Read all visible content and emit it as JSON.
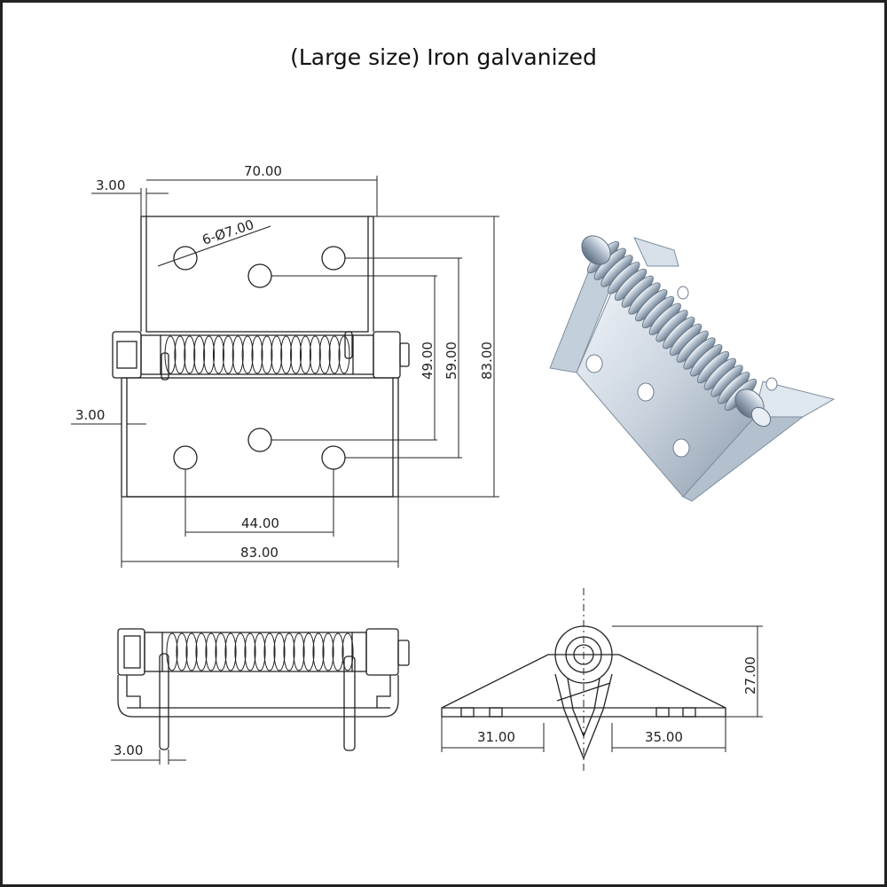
{
  "title": "(Large size) Iron galvanized",
  "dimensions": {
    "top_gap_left": "3.00",
    "top_width": "70.00",
    "hole_spec": "6-Ø7.00",
    "height_inner": "49.00",
    "height_mid": "59.00",
    "height_total": "83.00",
    "left_gap_mid": "3.00",
    "hole_spacing": "44.00",
    "width_total": "83.00",
    "pin_gap": "3.00",
    "side_left": "31.00",
    "side_right": "35.00",
    "side_height": "27.00"
  },
  "colors": {
    "line": "#222222",
    "metal_light": "#e8eef5",
    "metal_mid": "#aebccb",
    "metal_dark": "#5e6e80"
  }
}
